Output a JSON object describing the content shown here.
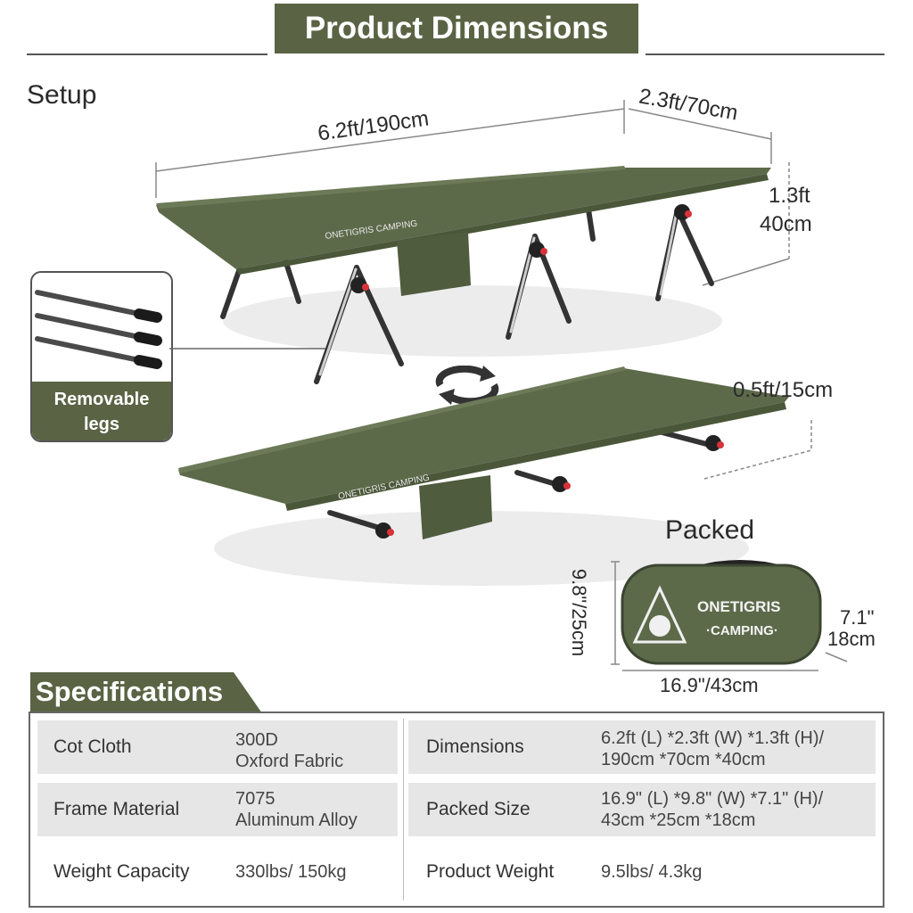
{
  "header": {
    "title": "Product Dimensions"
  },
  "setup": {
    "label": "Setup",
    "length": "6.2ft/190cm",
    "width": "2.3ft/70cm",
    "height_ft": "1.3ft",
    "height_cm": "40cm",
    "low_height": "0.5ft/15cm",
    "removable_legs_line1": "Removable",
    "removable_legs_line2": "legs"
  },
  "packed": {
    "label": "Packed",
    "height": "9.8\"/25cm",
    "depth_in": "7.1\"",
    "depth_cm": "18cm",
    "width": "16.9\"/43cm",
    "brand_line1": "ONETIGRIS",
    "brand_line2": "·CAMPING·"
  },
  "cot_brand": "ONETIGRIS CAMPING",
  "specs": {
    "heading": "Specifications",
    "left": [
      {
        "key": "Cot Cloth",
        "value_line1": "300D",
        "value_line2": "Oxford Fabric"
      },
      {
        "key": "Frame Material",
        "value_line1": "7075",
        "value_line2": "Aluminum Alloy"
      },
      {
        "key": "Weight Capacity",
        "value_line1": "330lbs/ 150kg",
        "value_line2": ""
      }
    ],
    "right": [
      {
        "key": "Dimensions",
        "value_line1": "6.2ft (L) *2.3ft (W) *1.3ft (H)/",
        "value_line2": "190cm *70cm *40cm"
      },
      {
        "key": "Packed Size",
        "value_line1": "16.9\" (L) *9.8\" (W) *7.1\" (H)/",
        "value_line2": "43cm *25cm *18cm"
      },
      {
        "key": "Product Weight",
        "value_line1": "9.5lbs/ 4.3kg",
        "value_line2": ""
      }
    ]
  },
  "colors": {
    "olive": "#5a6445",
    "cot_green": "#5c6a4a",
    "shade": "#e6e6e6"
  }
}
